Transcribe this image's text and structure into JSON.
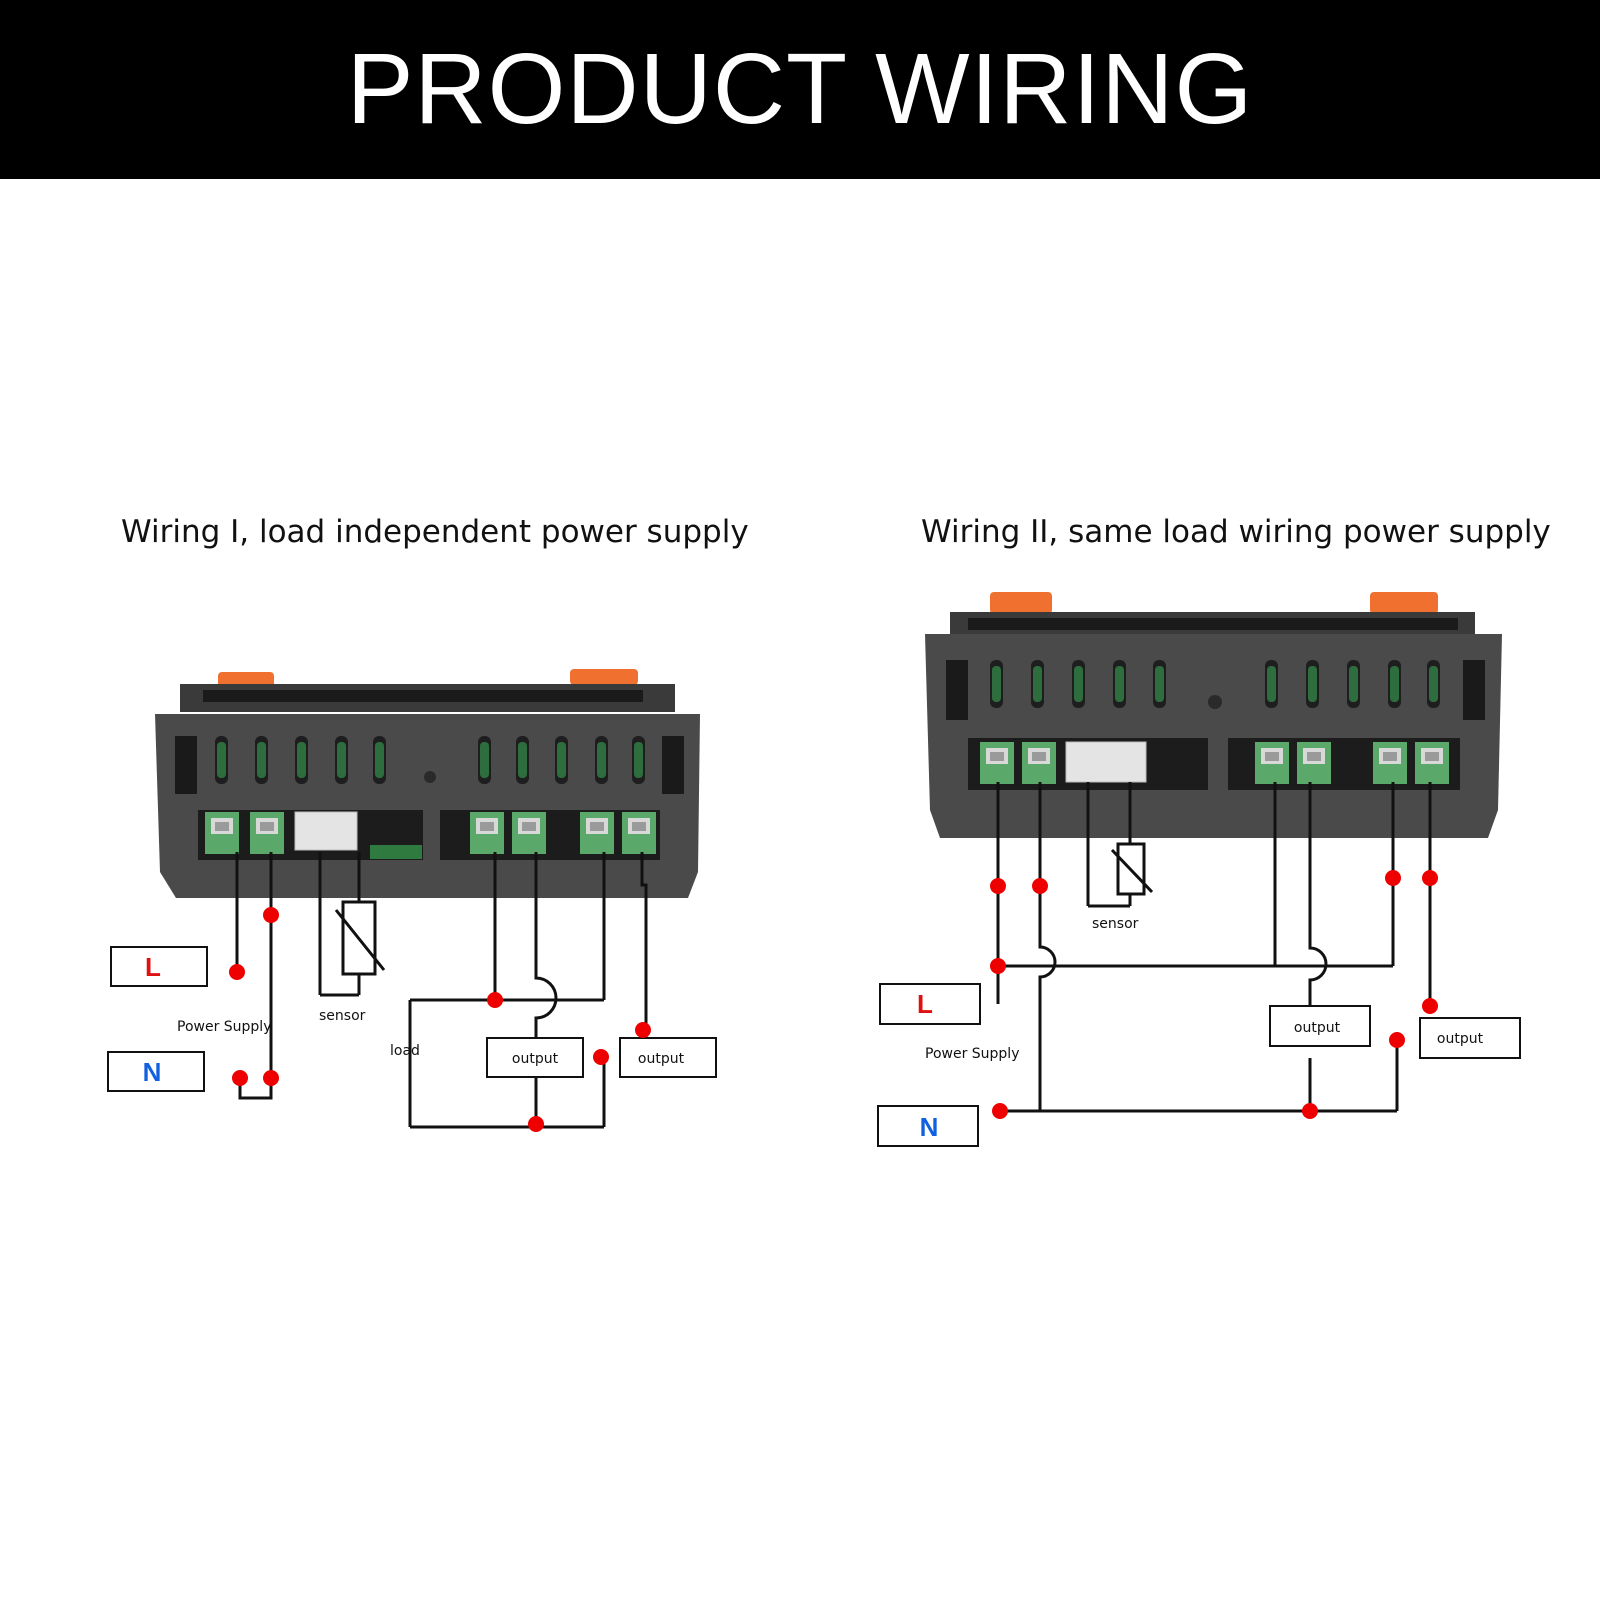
{
  "header": {
    "title": "PRODUCT WIRING"
  },
  "colors": {
    "banner": "#000000",
    "dot": "#ee0000",
    "L": "#e01010",
    "N": "#1060e0",
    "terminal": "#5aa96a",
    "housing": "#4a4a4a",
    "clip": "#f07030"
  },
  "wiring_1": {
    "subtitle": "Wiring I, load independent power supply",
    "L": "L",
    "N": "N",
    "power_supply": "Power Supply",
    "sensor": "sensor",
    "load": "load",
    "output_a": "output",
    "output_b": "output"
  },
  "wiring_2": {
    "subtitle": "Wiring II, same load wiring power supply",
    "L": "L",
    "N": "N",
    "power_supply": "Power Supply",
    "sensor": "sensor",
    "output_a": "output",
    "output_b": "output"
  }
}
